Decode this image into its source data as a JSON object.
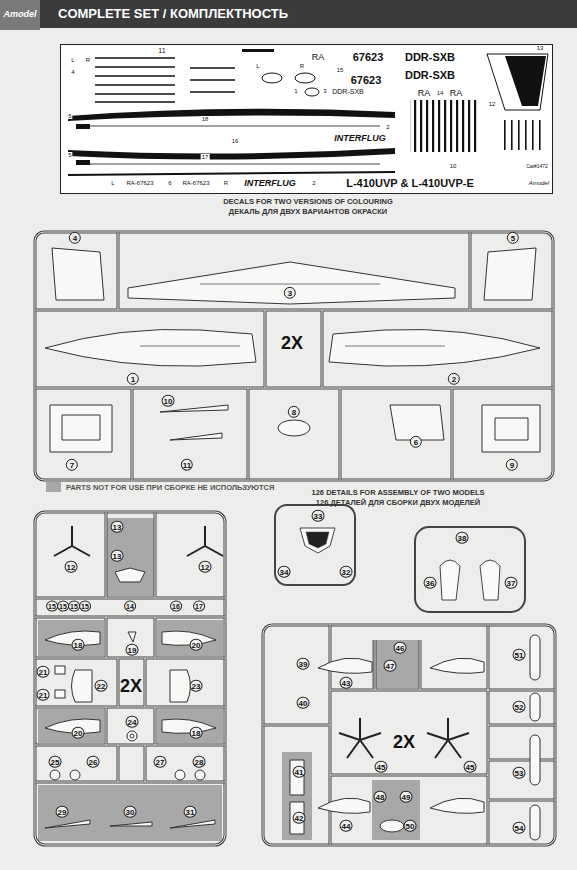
{
  "diagram": {
    "title": "COMPLETE SET / КОМПЛЕКТНОСТЬ",
    "nodes": [
      {
        "text": [
          "L",
          "4",
          "R",
          "11",
          "L",
          "R",
          "RA",
          "67623",
          "DDR-SXB",
          "13",
          "15",
          "DDR-SXB",
          "67623",
          "1",
          "3",
          "DDR-SXB",
          "RA",
          "14",
          "RA",
          "12",
          "5",
          "18",
          "2",
          "INTERFLUG",
          "16",
          "5",
          "17",
          "10",
          "Cat#1472",
          "L",
          "RA-67623",
          "6",
          "RA-67623",
          "R",
          "INTERFLUG",
          "2",
          "L-410UVP & L-410UVP-E",
          "Amodel"
        ]
      }
    ],
    "labels": [
      "Amodel",
      "DECALS FOR TWO VERSIONS OF COLOURING",
      "ДЕКАЛЬ ДЛЯ ДВУХ ВАРИАНТОВ ОКРАСКИ",
      "4",
      "5",
      "3",
      "2X",
      "1",
      "2",
      "10",
      "8",
      "6",
      "7",
      "11",
      "9",
      "126 DETAILS FOR ASSEMBLY OF TWO MODELS",
      "126 ДЕТАЛЕЙ ДЛЯ СБОРКИ ДВУХ МОДЕЛЕЙ",
      "33",
      "34",
      "32",
      "38",
      "36",
      "37",
      "13",
      "12",
      "13",
      "12",
      "15",
      "15",
      "15",
      "15",
      "14",
      "16",
      "17",
      "18",
      "19",
      "20",
      "21",
      "21",
      "22",
      "2X",
      "23",
      "20",
      "24",
      "18",
      "25",
      "26",
      "27",
      "28",
      "29",
      "30",
      "31",
      "39",
      "43",
      "46",
      "47",
      "51",
      "40",
      "45",
      "2X",
      "45",
      "52",
      "41",
      "53",
      "44",
      "48",
      "49",
      "42",
      "50",
      "54"
    ],
    "legend": [
      {
        "text": "PARTS NOT FOR USE ПРИ СБОРКЕ НЕ ИСПОЛЬЗУЮТСЯ",
        "color": "#a8a8a8"
      }
    ]
  }
}
